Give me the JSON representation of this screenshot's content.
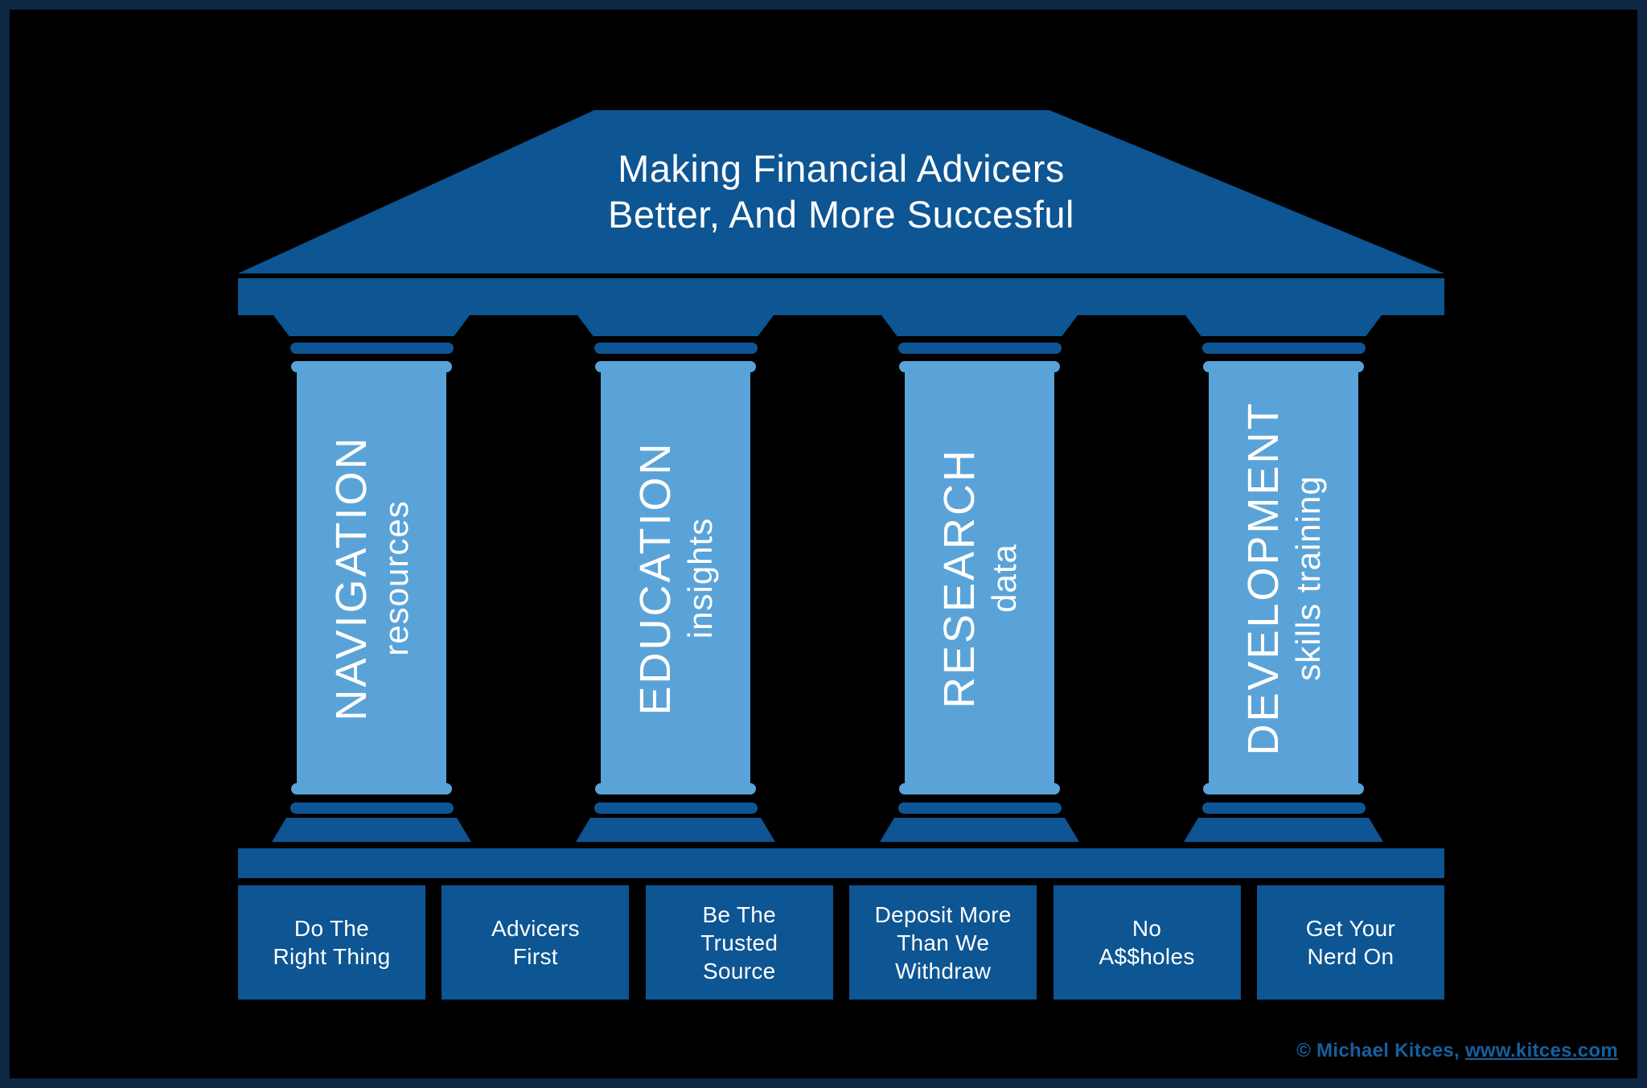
{
  "diagram": {
    "title": "Making Financial Advicers\nBetter, And More Succesful",
    "pillars": [
      {
        "name": "NAVIGATION",
        "subtitle": "resources"
      },
      {
        "name": "EDUCATION",
        "subtitle": "insights"
      },
      {
        "name": "RESEARCH",
        "subtitle": "data"
      },
      {
        "name": "DEVELOPMENT",
        "subtitle": "skills training"
      }
    ],
    "foundation_blocks": [
      {
        "label": "Do The\nRight Thing"
      },
      {
        "label": "Advicers\nFirst"
      },
      {
        "label": "Be The\nTrusted\nSource"
      },
      {
        "label": "Deposit More\nThan We\nWithdraw"
      },
      {
        "label": "No\nA$$holes"
      },
      {
        "label": "Get Your\nNerd On"
      }
    ],
    "credit": {
      "prefix": "© Michael Kitces, ",
      "link": "www.kitces.com"
    },
    "colors": {
      "dark_blue": "#0d5593",
      "light_blue": "#5aa3d8",
      "border_navy": "#0d2744",
      "background": "#000000",
      "text_white": "#ffffff",
      "credit_blue": "#15609f"
    }
  }
}
